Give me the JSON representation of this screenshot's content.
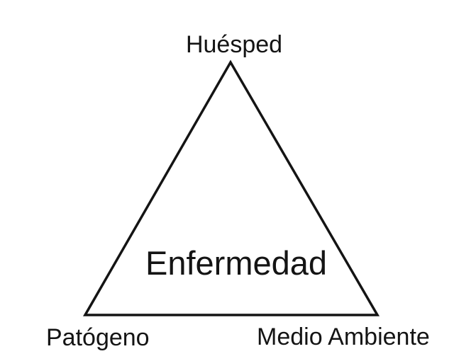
{
  "diagram": {
    "labels": {
      "top": "Huésped",
      "center": "Enfermedad",
      "bottom_left": "Patógeno",
      "bottom_right": "Medio Ambiente"
    },
    "colors": {
      "background": "#ffffff",
      "line": "#141414",
      "text": "#141414"
    }
  }
}
